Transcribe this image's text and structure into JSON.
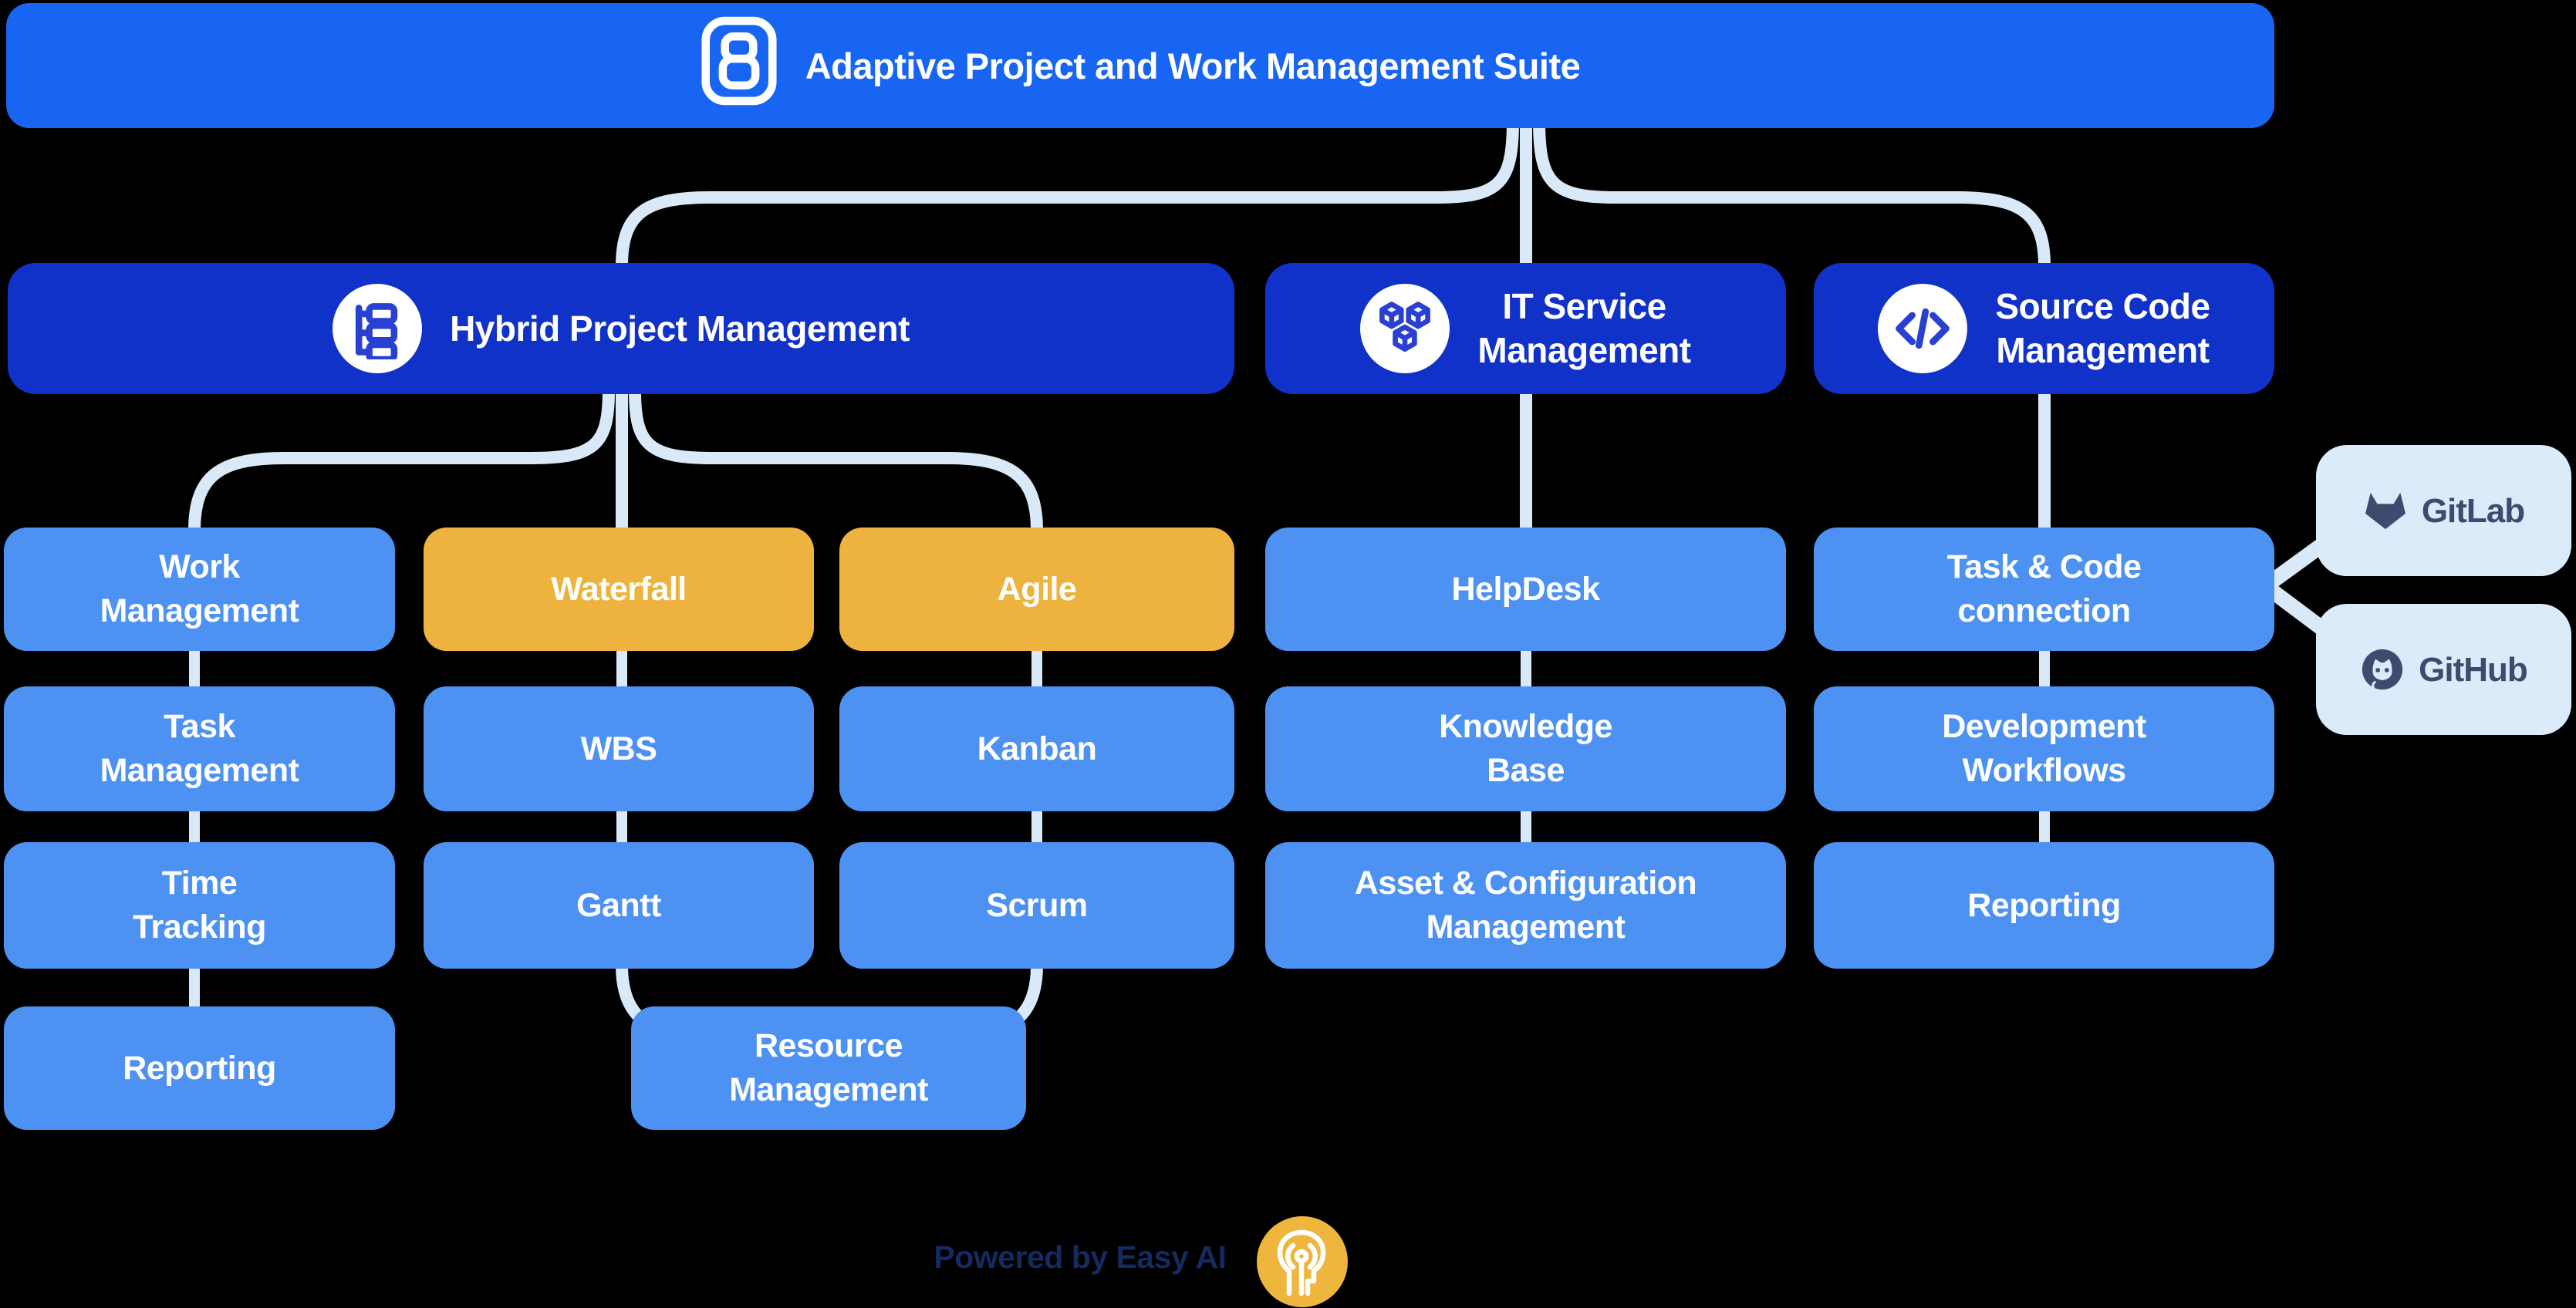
{
  "banner": {
    "title": "Adaptive Project and Work Management Suite",
    "logo_icon": "easy-suite-8-logo"
  },
  "colors": {
    "background": "#000000",
    "banner_blue": "#1765f2",
    "category_blue": "#1132c8",
    "child_blue": "#4d92f3",
    "highlight_gold": "#eeb33f",
    "connector_light_blue": "#d9e9f8",
    "badge_light_blue": "#dcebfa",
    "icon_blue": "#2940d3",
    "logo_navy": "#3e4a6e",
    "footer_navy": "#142a60",
    "ai_yellow": "#eeb63d",
    "text_white": "#ffffff"
  },
  "categories": [
    {
      "id": "hybrid",
      "label": "Hybrid Project Management",
      "lines": [
        "Hybrid Project Management"
      ],
      "icon": "hierarchy-icon"
    },
    {
      "id": "itsm",
      "label": "IT Service Management",
      "lines": [
        "IT Service",
        "Management"
      ],
      "icon": "cubes-icon"
    },
    {
      "id": "scm",
      "label": "Source Code Management",
      "lines": [
        "Source Code",
        "Management"
      ],
      "icon": "code-icon"
    }
  ],
  "columns": [
    {
      "parent": "hybrid",
      "items": [
        {
          "label": "Work Management",
          "lines": [
            "Work",
            "Management"
          ],
          "highlight": false
        },
        {
          "label": "Task Management",
          "lines": [
            "Task",
            "Management"
          ],
          "highlight": false
        },
        {
          "label": "Time Tracking",
          "lines": [
            "Time",
            "Tracking"
          ],
          "highlight": false
        },
        {
          "label": "Reporting",
          "lines": [
            "Reporting"
          ],
          "highlight": false
        }
      ]
    },
    {
      "parent": "hybrid",
      "items": [
        {
          "label": "Waterfall",
          "lines": [
            "Waterfall"
          ],
          "highlight": true
        },
        {
          "label": "WBS",
          "lines": [
            "WBS"
          ],
          "highlight": false
        },
        {
          "label": "Gantt",
          "lines": [
            "Gantt"
          ],
          "highlight": false
        }
      ]
    },
    {
      "parent": "hybrid",
      "items": [
        {
          "label": "Agile",
          "lines": [
            "Agile"
          ],
          "highlight": true
        },
        {
          "label": "Kanban",
          "lines": [
            "Kanban"
          ],
          "highlight": false
        },
        {
          "label": "Scrum",
          "lines": [
            "Scrum"
          ],
          "highlight": false
        }
      ]
    },
    {
      "parent": "itsm",
      "items": [
        {
          "label": "HelpDesk",
          "lines": [
            "HelpDesk"
          ],
          "highlight": false
        },
        {
          "label": "Knowledge Base",
          "lines": [
            "Knowledge",
            "Base"
          ],
          "highlight": false
        },
        {
          "label": "Asset & Configuration Management",
          "lines": [
            "Asset & Configuration",
            "Management"
          ],
          "highlight": false
        }
      ]
    },
    {
      "parent": "scm",
      "items": [
        {
          "label": "Task & Code connection",
          "lines": [
            "Task & Code",
            "connection"
          ],
          "highlight": false
        },
        {
          "label": "Development Workflows",
          "lines": [
            "Development",
            "Workflows"
          ],
          "highlight": false
        },
        {
          "label": "Reporting",
          "lines": [
            "Reporting"
          ],
          "highlight": false
        }
      ]
    }
  ],
  "shared": {
    "label": "Resource Management",
    "lines": [
      "Resource",
      "Management"
    ],
    "parents": [
      "Gantt",
      "Scrum"
    ]
  },
  "integrations": [
    {
      "label": "GitLab",
      "icon": "gitlab-logo"
    },
    {
      "label": "GitHub",
      "icon": "github-logo"
    }
  ],
  "footer": {
    "label": "Powered by Easy AI",
    "icon": "easy-ai-head-icon"
  }
}
